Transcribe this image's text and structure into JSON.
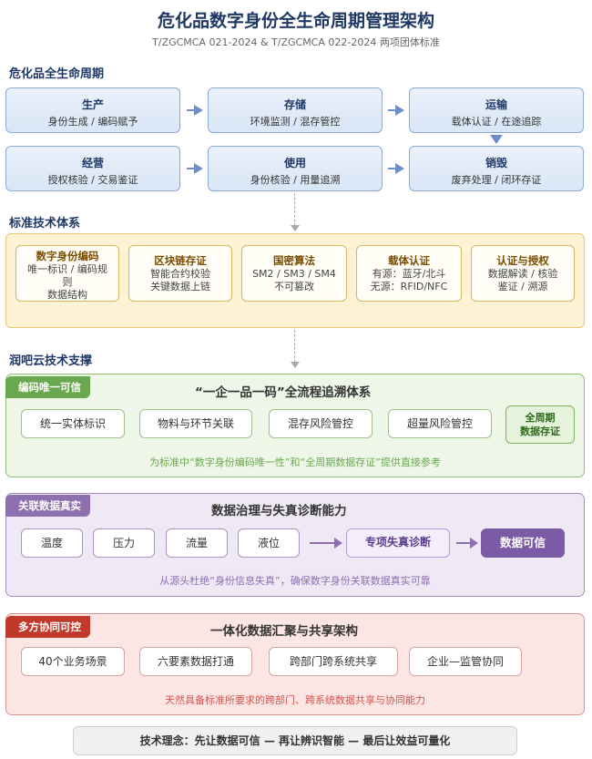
{
  "header": {
    "title": "危化品数字身份全生命周期管理架构",
    "subtitle": "T/ZGCMCA 021-2024 & T/ZGCMCA 022-2024 两项团体标准"
  },
  "lifecycle": {
    "label": "危化品全生命周期",
    "stages": [
      {
        "title": "生产",
        "desc": "身份生成 / 编码赋予"
      },
      {
        "title": "存储",
        "desc": "环境监测 / 混存管控"
      },
      {
        "title": "运输",
        "desc": "载体认证 / 在途追踪"
      },
      {
        "title": "经营",
        "desc": "授权核验 / 交易鉴证"
      },
      {
        "title": "使用",
        "desc": "身份核验 / 用量追溯"
      },
      {
        "title": "销毁",
        "desc": "废弃处理 / 闭环存证"
      }
    ]
  },
  "standards": {
    "label": "标准技术体系",
    "cards": [
      {
        "title": "数字身份编码",
        "lines": [
          "唯一标识 / 编码规",
          "则",
          "数据结构"
        ]
      },
      {
        "title": "区块链存证",
        "lines": [
          "智能合约校验",
          "关键数据上链"
        ]
      },
      {
        "title": "国密算法",
        "lines": [
          "SM2 / SM3 / SM4",
          "不可篡改"
        ]
      },
      {
        "title": "载体认证",
        "lines": [
          "有源：蓝牙/北斗",
          "无源：RFID/NFC"
        ]
      },
      {
        "title": "认证与授权",
        "lines": [
          "数据解读 / 核验",
          "鉴证 / 溯源"
        ]
      }
    ]
  },
  "support": {
    "label": "润吧云技术支撑",
    "green": {
      "tag": "编码唯一可信",
      "title": "“一企一品一码”全流程追溯体系",
      "items": [
        "统一实体标识",
        "物料与环节关联",
        "混存风险管控",
        "超量风险管控"
      ],
      "highlight": [
        "全周期",
        "数据存证"
      ],
      "footer": "为标准中“数字身份编码唯一性”和“全周期数据存证”提供直接参考"
    },
    "purple": {
      "tag": "关联数据真实",
      "title": "数据治理与失真诊断能力",
      "items": [
        "温度",
        "压力",
        "流量",
        "液位"
      ],
      "diagnosis": "专项失真诊断",
      "result": "数据可信",
      "footer": "从源头杜绝“身份信息失真”，确保数字身份关联数据真实可靠"
    },
    "red": {
      "tag": "多方协同可控",
      "title": "一体化数据汇聚与共享架构",
      "items": [
        "40个业务场景",
        "六要素数据打通",
        "跨部门跨系统共享",
        "企业—监管协同"
      ],
      "footer": "天然具备标准所要求的跨部门、跨系统数据共享与协同能力"
    }
  },
  "philosophy": "技术理念：先让数据可信 — 再让辨识智能 — 最后让效益可量化",
  "colors": {
    "lifecycle_accent": "#6e8ec9",
    "standards_accent": "#e8c874",
    "green_accent": "#6aa84f",
    "purple_accent": "#8e6fb0",
    "red_accent": "#c0392b"
  }
}
